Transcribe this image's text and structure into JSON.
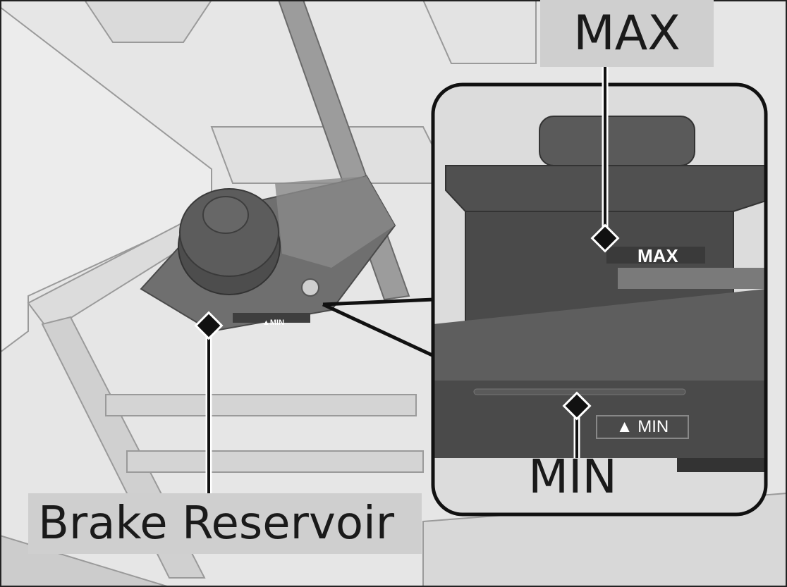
{
  "labels": {
    "max": "MAX",
    "min": "MIN",
    "component": "Brake Reservoir"
  },
  "markings": {
    "max_mark": "MAX",
    "min_mark": "▲ MIN",
    "min_mark_small": "▲MIN"
  }
}
